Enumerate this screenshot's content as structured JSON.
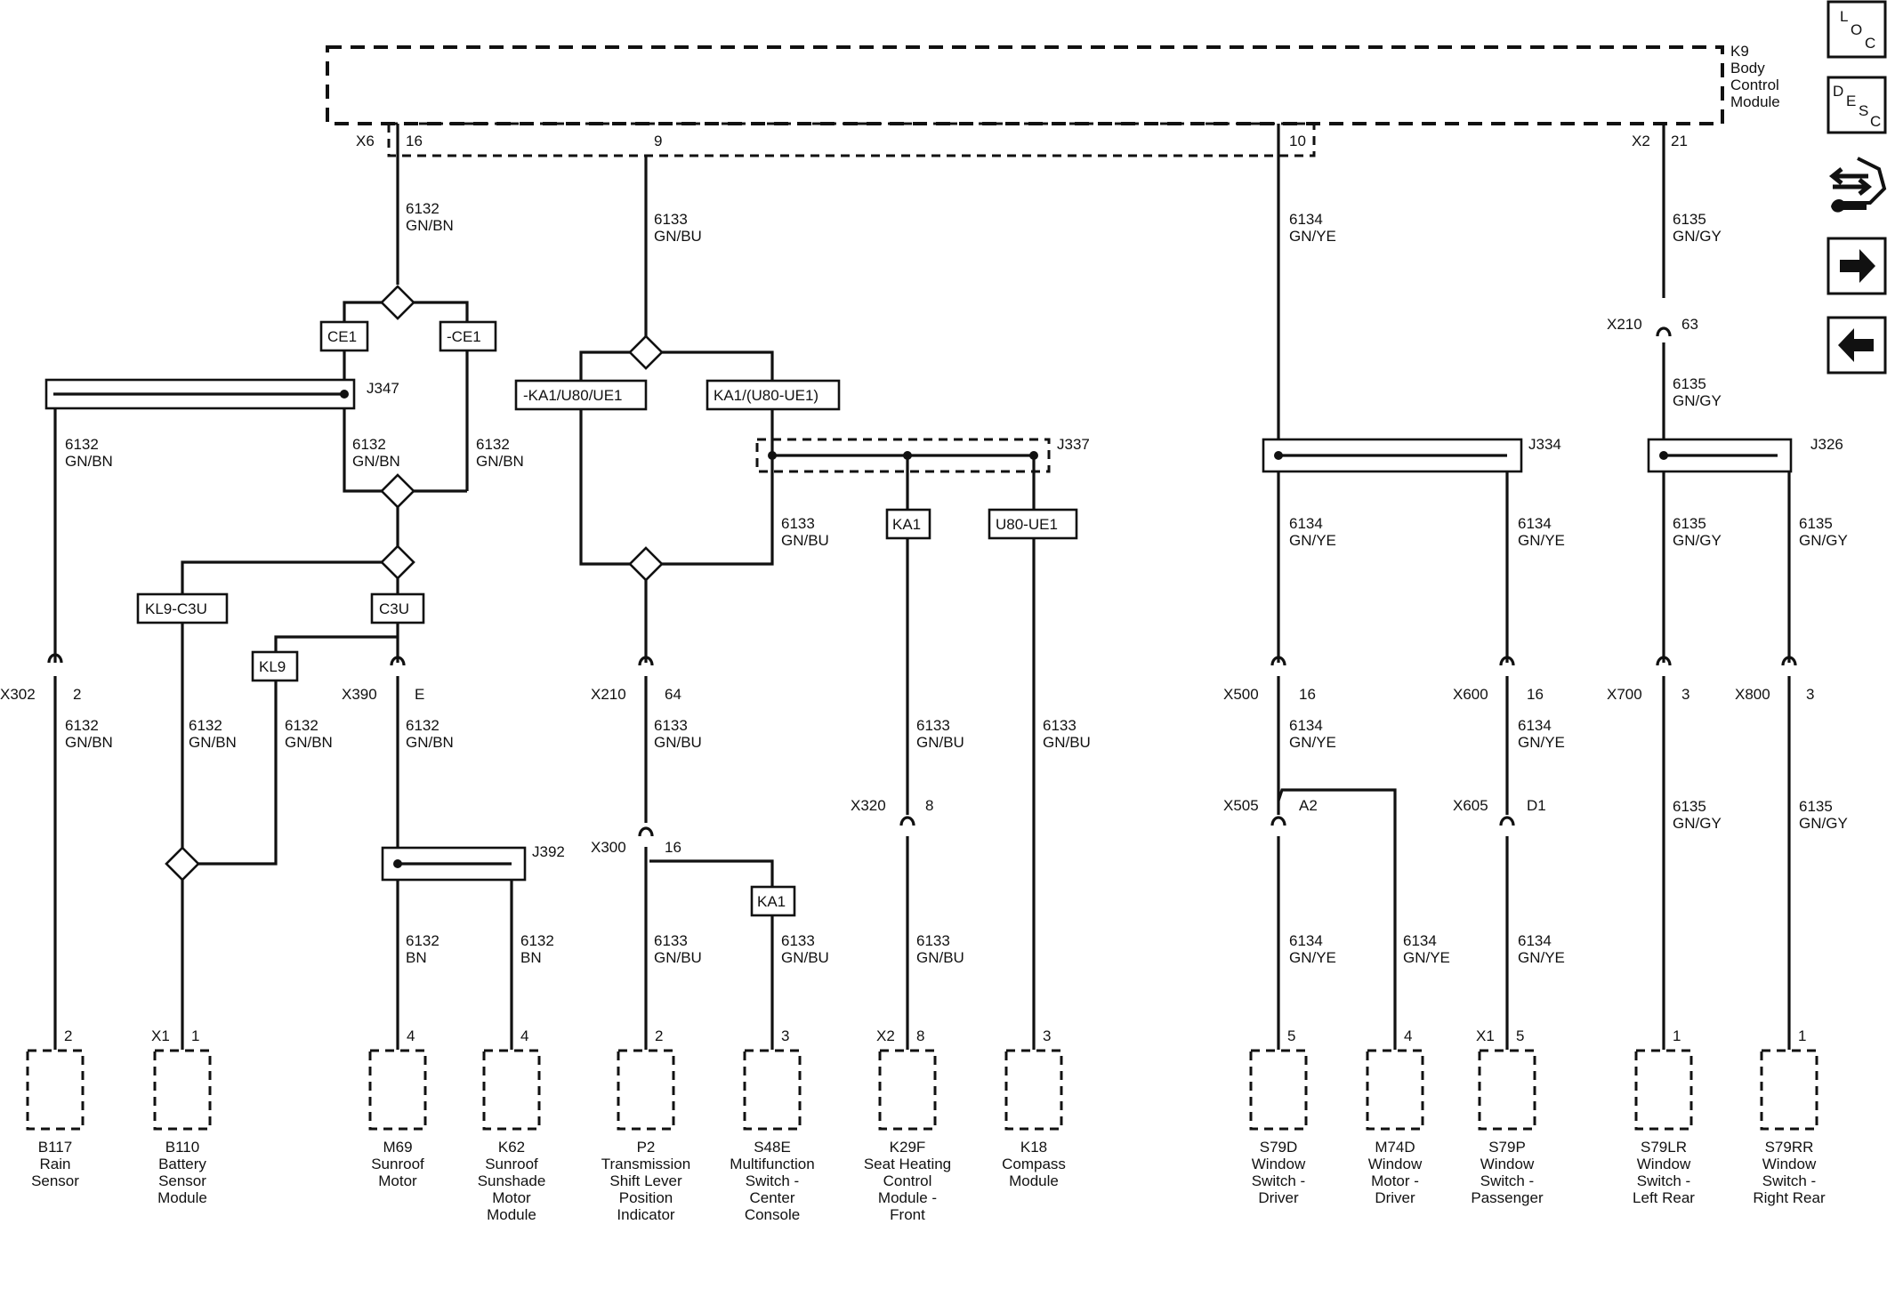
{
  "bcm": {
    "ref": "K9",
    "name_lines": [
      "Body",
      "Control",
      "Module"
    ]
  },
  "pins": {
    "x6": "X6",
    "p16": "16",
    "p9": "9",
    "p10": "10",
    "x2": "X2",
    "p21": "21"
  },
  "wires": {
    "w6132_gnbn": [
      "6132",
      "GN/BN"
    ],
    "w6133_gnbu": [
      "6133",
      "GN/BU"
    ],
    "w6134_gnye": [
      "6134",
      "GN/YE"
    ],
    "w6135_gngy": [
      "6135",
      "GN/GY"
    ],
    "w6132_bn": [
      "6132",
      "BN"
    ]
  },
  "options": {
    "ce1": "CE1",
    "not_ce1": "-CE1",
    "kl9_c3u": "KL9-C3U",
    "c3u": "C3U",
    "kl9": "KL9",
    "not_ka1_u80": "-KA1/U80/UE1",
    "ka1_u80": "KA1/(U80-UE1)",
    "ka1": "KA1",
    "u80_ue1": "U80-UE1"
  },
  "splices": {
    "j347": "J347",
    "j337": "J337",
    "j392": "J392",
    "j334": "J334",
    "j326": "J326"
  },
  "connectors": {
    "x302": [
      "X302",
      "2"
    ],
    "x390": [
      "X390",
      "E"
    ],
    "x210_64": [
      "X210",
      "64"
    ],
    "x300": [
      "X300",
      "16"
    ],
    "x320": [
      "X320",
      "8"
    ],
    "x500": [
      "X500",
      "16"
    ],
    "x505": [
      "X505",
      "A2"
    ],
    "x600": [
      "X600",
      "16"
    ],
    "x605": [
      "X605",
      "D1"
    ],
    "x700": [
      "X700",
      "3"
    ],
    "x800": [
      "X800",
      "3"
    ],
    "x210_63": [
      "X210",
      "63"
    ]
  },
  "components": [
    {
      "pin": "2",
      "conn": "",
      "lines": [
        "B117",
        "Rain",
        "Sensor"
      ]
    },
    {
      "pin": "1",
      "conn": "X1",
      "lines": [
        "B110",
        "Battery",
        "Sensor",
        "Module"
      ]
    },
    {
      "pin": "4",
      "conn": "",
      "lines": [
        "M69",
        "Sunroof",
        "Motor"
      ]
    },
    {
      "pin": "4",
      "conn": "",
      "lines": [
        "K62",
        "Sunroof",
        "Sunshade",
        "Motor",
        "Module"
      ]
    },
    {
      "pin": "2",
      "conn": "",
      "lines": [
        "P2",
        "Transmission",
        "Shift Lever",
        "Position",
        "Indicator"
      ]
    },
    {
      "pin": "3",
      "conn": "",
      "lines": [
        "S48E",
        "Multifunction",
        "Switch -",
        "Center",
        "Console"
      ]
    },
    {
      "pin": "8",
      "conn": "X2",
      "lines": [
        "K29F",
        "Seat Heating",
        "Control",
        "Module -",
        "Front"
      ]
    },
    {
      "pin": "3",
      "conn": "",
      "lines": [
        "K18",
        "Compass",
        "Module"
      ]
    },
    {
      "pin": "5",
      "conn": "",
      "lines": [
        "S79D",
        "Window",
        "Switch -",
        "Driver"
      ]
    },
    {
      "pin": "4",
      "conn": "",
      "lines": [
        "M74D",
        "Window",
        "Motor -",
        "Driver"
      ]
    },
    {
      "pin": "5",
      "conn": "X1",
      "lines": [
        "S79P",
        "Window",
        "Switch -",
        "Passenger"
      ]
    },
    {
      "pin": "1",
      "conn": "",
      "lines": [
        "S79LR",
        "Window",
        "Switch -",
        "Left Rear"
      ]
    },
    {
      "pin": "1",
      "conn": "",
      "lines": [
        "S79RR",
        "Window",
        "Switch -",
        "Right Rear"
      ]
    }
  ],
  "sidebar": {
    "loc": [
      "L",
      "O",
      "C"
    ],
    "desc": [
      "D",
      "E",
      "S",
      "C"
    ],
    "icons": [
      "connector-tools-icon",
      "arrow-right-icon",
      "arrow-left-icon"
    ]
  }
}
